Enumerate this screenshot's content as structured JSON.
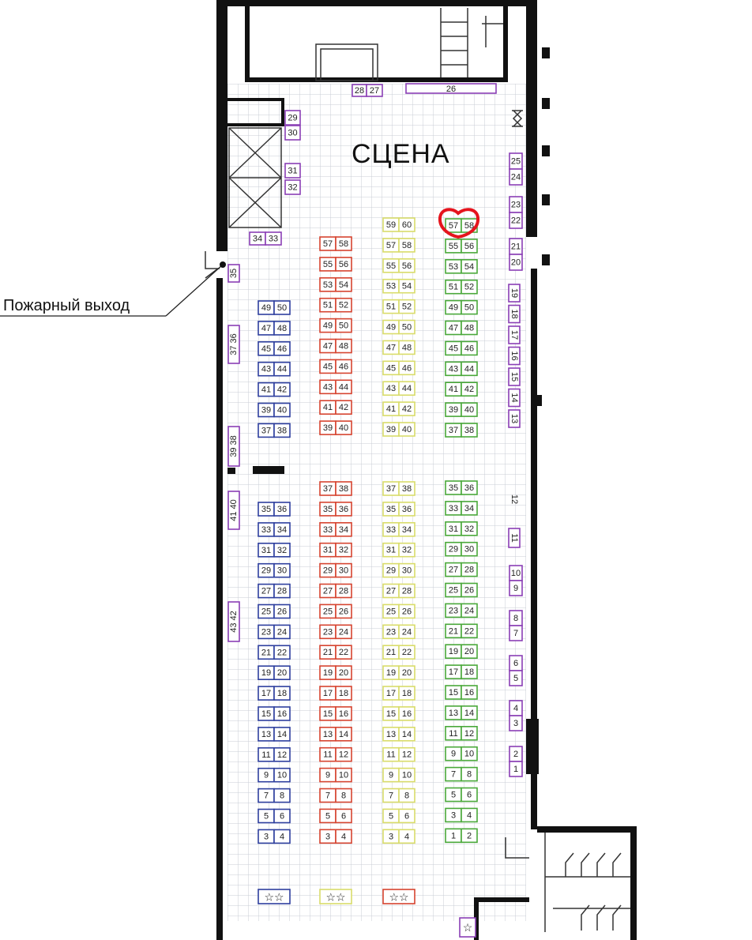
{
  "stage_label": "СЦЕНА",
  "fire_exit_label": "Пожарный выход",
  "colors": {
    "blue": "#2e3f9e",
    "red": "#d64430",
    "yellow": "#d9dc6a",
    "green": "#4aa83a",
    "purple": "#8a3fb5",
    "highlight": "#e5141d",
    "wall": "#111111",
    "grid": "#c9ced6"
  },
  "highlighted_seats": [
    "57",
    "58"
  ],
  "rows": {
    "blue_upper": [
      [
        "49",
        "50"
      ],
      [
        "47",
        "48"
      ],
      [
        "45",
        "46"
      ],
      [
        "43",
        "44"
      ],
      [
        "41",
        "42"
      ],
      [
        "39",
        "40"
      ],
      [
        "37",
        "38"
      ]
    ],
    "red_upper": [
      [
        "57",
        "58"
      ],
      [
        "55",
        "56"
      ],
      [
        "53",
        "54"
      ],
      [
        "51",
        "52"
      ],
      [
        "49",
        "50"
      ],
      [
        "47",
        "48"
      ],
      [
        "45",
        "46"
      ],
      [
        "43",
        "44"
      ],
      [
        "41",
        "42"
      ],
      [
        "39",
        "40"
      ]
    ],
    "yellow_upper": [
      [
        "59",
        "60"
      ],
      [
        "57",
        "58"
      ],
      [
        "55",
        "56"
      ],
      [
        "53",
        "54"
      ],
      [
        "51",
        "52"
      ],
      [
        "49",
        "50"
      ],
      [
        "47",
        "48"
      ],
      [
        "45",
        "46"
      ],
      [
        "43",
        "44"
      ],
      [
        "41",
        "42"
      ],
      [
        "39",
        "40"
      ]
    ],
    "green_upper": [
      [
        "57",
        "58"
      ],
      [
        "55",
        "56"
      ],
      [
        "53",
        "54"
      ],
      [
        "51",
        "52"
      ],
      [
        "49",
        "50"
      ],
      [
        "47",
        "48"
      ],
      [
        "45",
        "46"
      ],
      [
        "43",
        "44"
      ],
      [
        "41",
        "42"
      ],
      [
        "39",
        "40"
      ],
      [
        "37",
        "38"
      ]
    ],
    "blue_lower": [
      [
        "35",
        "36"
      ],
      [
        "33",
        "34"
      ],
      [
        "31",
        "32"
      ],
      [
        "29",
        "30"
      ],
      [
        "27",
        "28"
      ],
      [
        "25",
        "26"
      ],
      [
        "23",
        "24"
      ],
      [
        "21",
        "22"
      ],
      [
        "19",
        "20"
      ],
      [
        "17",
        "18"
      ],
      [
        "15",
        "16"
      ],
      [
        "13",
        "14"
      ],
      [
        "11",
        "12"
      ],
      [
        "9",
        "10"
      ],
      [
        "7",
        "8"
      ],
      [
        "5",
        "6"
      ],
      [
        "3",
        "4"
      ]
    ],
    "red_lower": [
      [
        "37",
        "38"
      ],
      [
        "35",
        "36"
      ],
      [
        "33",
        "34"
      ],
      [
        "31",
        "32"
      ],
      [
        "29",
        "30"
      ],
      [
        "27",
        "28"
      ],
      [
        "25",
        "26"
      ],
      [
        "23",
        "24"
      ],
      [
        "21",
        "22"
      ],
      [
        "19",
        "20"
      ],
      [
        "17",
        "18"
      ],
      [
        "15",
        "16"
      ],
      [
        "13",
        "14"
      ],
      [
        "11",
        "12"
      ],
      [
        "9",
        "10"
      ],
      [
        "7",
        "8"
      ],
      [
        "5",
        "6"
      ],
      [
        "3",
        "4"
      ]
    ],
    "yellow_lower": [
      [
        "37",
        "38"
      ],
      [
        "35",
        "36"
      ],
      [
        "33",
        "34"
      ],
      [
        "31",
        "32"
      ],
      [
        "29",
        "30"
      ],
      [
        "27",
        "28"
      ],
      [
        "25",
        "26"
      ],
      [
        "23",
        "24"
      ],
      [
        "21",
        "22"
      ],
      [
        "19",
        "20"
      ],
      [
        "17",
        "18"
      ],
      [
        "15",
        "16"
      ],
      [
        "13",
        "14"
      ],
      [
        "11",
        "12"
      ],
      [
        "9",
        "10"
      ],
      [
        "7",
        "8"
      ],
      [
        "5",
        "6"
      ],
      [
        "3",
        "4"
      ]
    ],
    "green_lower": [
      [
        "35",
        "36"
      ],
      [
        "33",
        "34"
      ],
      [
        "31",
        "32"
      ],
      [
        "29",
        "30"
      ],
      [
        "27",
        "28"
      ],
      [
        "25",
        "26"
      ],
      [
        "23",
        "24"
      ],
      [
        "21",
        "22"
      ],
      [
        "19",
        "20"
      ],
      [
        "17",
        "18"
      ],
      [
        "15",
        "16"
      ],
      [
        "13",
        "14"
      ],
      [
        "11",
        "12"
      ],
      [
        "9",
        "10"
      ],
      [
        "7",
        "8"
      ],
      [
        "5",
        "6"
      ],
      [
        "3",
        "4"
      ],
      [
        "1",
        "2"
      ]
    ]
  },
  "purple_seats": {
    "top": [
      [
        "28",
        "27"
      ],
      [
        "26"
      ]
    ],
    "left_upper": [
      "29",
      "30",
      "31",
      "32"
    ],
    "pair_34_33": [
      "34",
      "33"
    ],
    "left_wall": [
      "35",
      "37 36",
      "39 38",
      "41 40",
      "43 42"
    ],
    "right_wall_pairs": [
      [
        "25",
        "24"
      ],
      [
        "23",
        "22"
      ],
      [
        "21",
        "20"
      ]
    ],
    "right_wall_singles": [
      "19",
      "18",
      "17",
      "16",
      "15",
      "14",
      "13"
    ],
    "right_wall_12": "12",
    "right_wall_11": "11",
    "right_wall_lower_pairs": [
      [
        "10",
        "9"
      ],
      [
        "8",
        "7"
      ],
      [
        "6",
        "5"
      ],
      [
        "4",
        "3"
      ],
      [
        "2",
        "1"
      ]
    ]
  },
  "star_boxes": [
    "☆☆",
    "☆☆",
    "☆☆",
    "☆"
  ]
}
